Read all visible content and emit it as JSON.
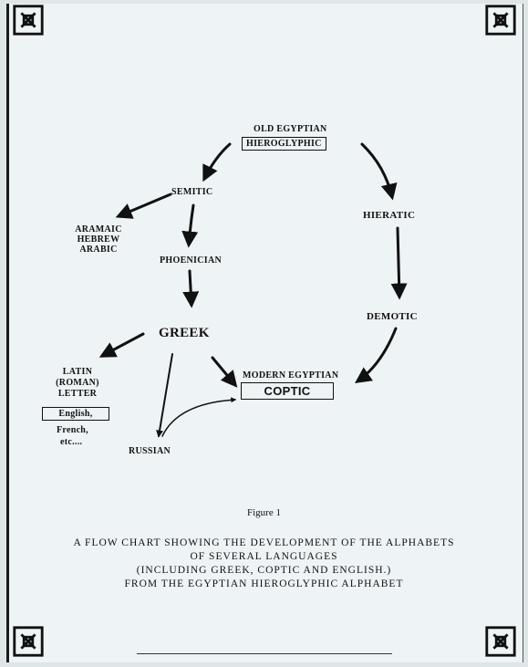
{
  "diagram": {
    "nodes": {
      "old_egyptian": "OLD EGYPTIAN",
      "hieroglyphic": "HIEROGLYPHIC",
      "semitic": "SEMITIC",
      "aramaic": "ARAMAIC",
      "hebrew": "HEBREW",
      "arabic": "ARABIC",
      "phoenician": "PHOENICIAN",
      "hieratic": "HIERATIC",
      "demotic": "DEMOTIC",
      "greek": "GREEK",
      "modern_egyptian": "MODERN EGYPTIAN",
      "coptic": "COPTIC",
      "latin": "LATIN",
      "roman": "(ROMAN)",
      "letter": "LETTER",
      "english": "English,",
      "french": "French,",
      "etc": "etc....",
      "russian": "RUSSIAN"
    }
  },
  "caption": {
    "figure": "Figure 1",
    "line1": "A FLOW CHART SHOWING THE DEVELOPMENT OF THE ALPHABETS",
    "line2": "OF SEVERAL LANGUAGES",
    "line3": "(INCLUDING GREEK, COPTIC AND ENGLISH.)",
    "line4": "FROM THE EGYPTIAN HIEROGLYPHIC ALPHABET"
  }
}
